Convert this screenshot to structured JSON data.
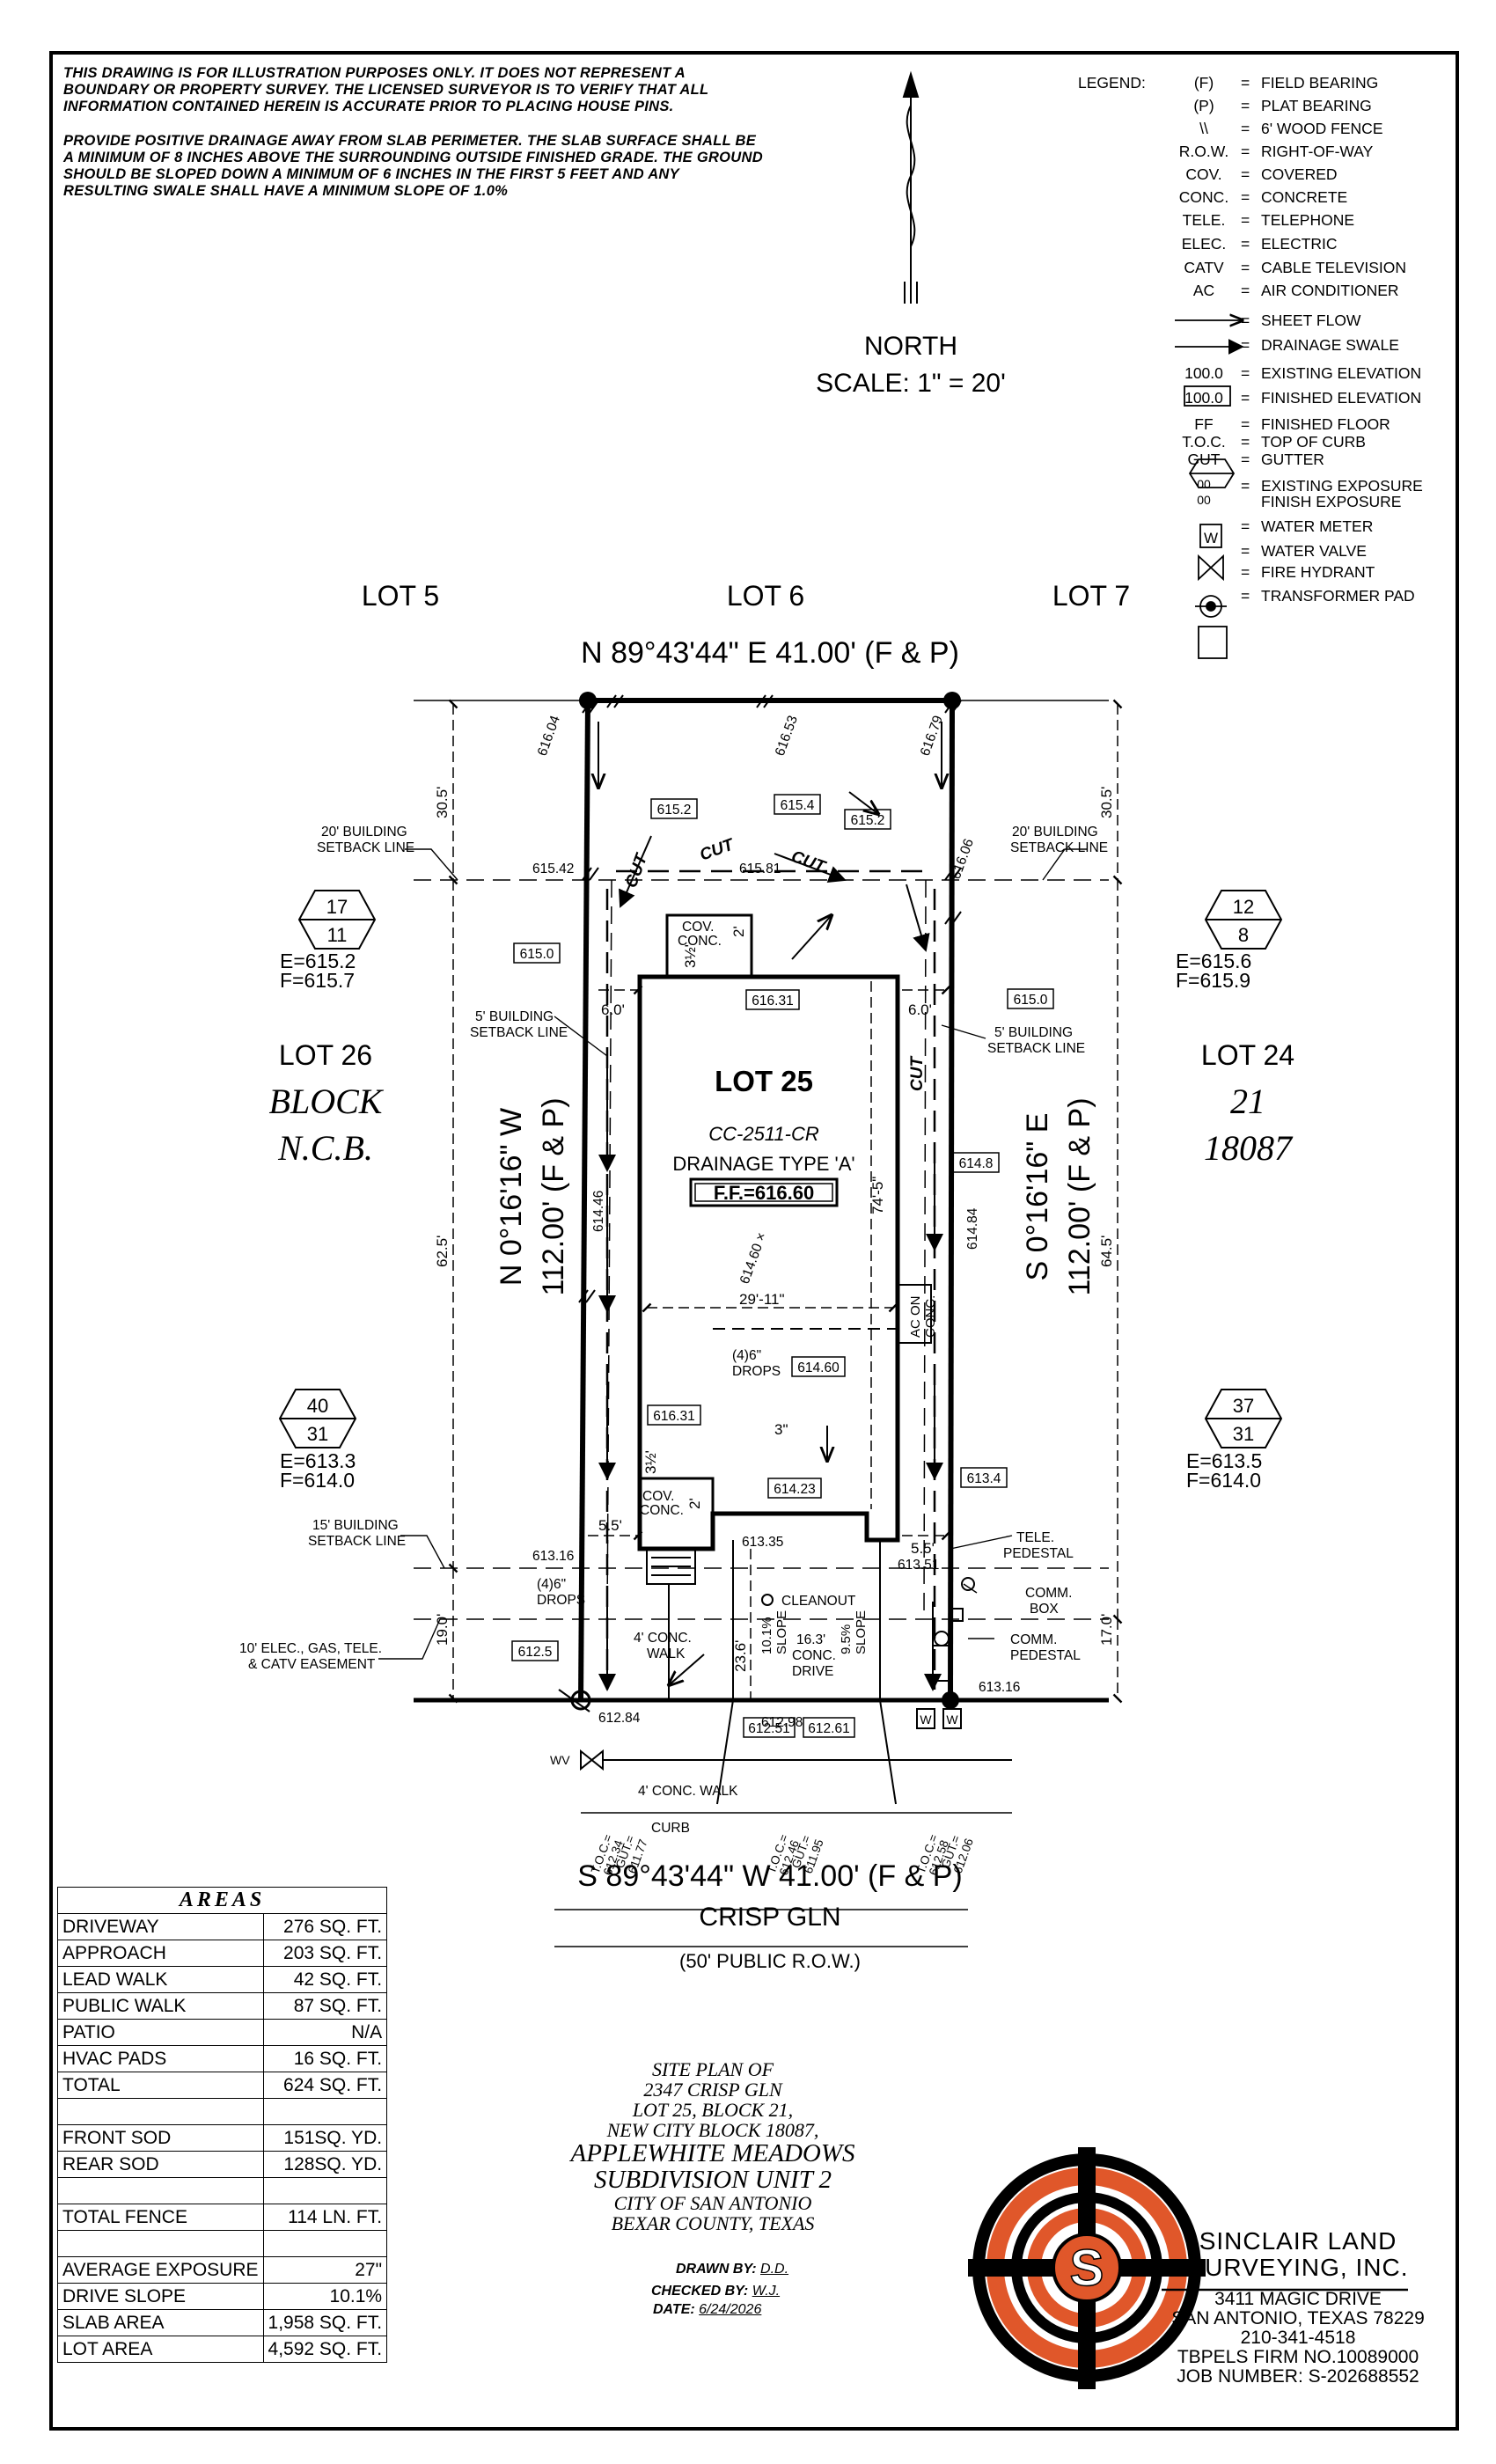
{
  "notes": {
    "disclaimer": "THIS DRAWING IS FOR ILLUSTRATION PURPOSES ONLY. IT DOES NOT REPRESENT A BOUNDARY OR PROPERTY SURVEY. THE LICENSED SURVEYOR IS TO VERIFY THAT ALL INFORMATION CONTAINED HEREIN IS ACCURATE PRIOR TO PLACING HOUSE PINS.",
    "drainage": "PROVIDE POSITIVE DRAINAGE AWAY FROM SLAB PERIMETER. THE SLAB SURFACE SHALL BE A MINIMUM OF 8 INCHES ABOVE THE SURROUNDING OUTSIDE FINISHED GRADE. THE GROUND SHOULD BE SLOPED DOWN A MINIMUM OF 6 INCHES IN THE FIRST 5 FEET AND ANY RESULTING SWALE SHALL HAVE A MINIMUM SLOPE OF 1.0%"
  },
  "north": {
    "label": "NORTH",
    "scale": "SCALE:  1\"  =  20'"
  },
  "legend": {
    "title": "LEGEND:",
    "items": [
      {
        "sym": "(F)",
        "eq": "=",
        "txt": "FIELD BEARING"
      },
      {
        "sym": "(P)",
        "eq": "=",
        "txt": "PLAT BEARING"
      },
      {
        "sym": "\\\\",
        "eq": "=",
        "txt": "6' WOOD FENCE"
      },
      {
        "sym": "R.O.W.",
        "eq": "=",
        "txt": "RIGHT-OF-WAY"
      },
      {
        "sym": "COV.",
        "eq": "=",
        "txt": "COVERED"
      },
      {
        "sym": "CONC.",
        "eq": "=",
        "txt": "CONCRETE"
      },
      {
        "sym": "TELE.",
        "eq": "=",
        "txt": "TELEPHONE"
      },
      {
        "sym": "ELEC.",
        "eq": "=",
        "txt": "ELECTRIC"
      },
      {
        "sym": "CATV",
        "eq": "=",
        "txt": "CABLE TELEVISION"
      },
      {
        "sym": "AC",
        "eq": "=",
        "txt": "AIR CONDITIONER"
      },
      {
        "sym": "",
        "eq": "=",
        "txt": "SHEET FLOW"
      },
      {
        "sym": "",
        "eq": "=",
        "txt": "DRAINAGE SWALE"
      },
      {
        "sym": "100.0",
        "eq": "=",
        "txt": "EXISTING ELEVATION"
      },
      {
        "sym": "100.0",
        "eq": "=",
        "txt": "FINISHED ELEVATION"
      },
      {
        "sym": "FF",
        "eq": "=",
        "txt": "FINISHED FLOOR"
      },
      {
        "sym": "T.O.C.",
        "eq": "=",
        "txt": "TOP OF CURB"
      },
      {
        "sym": "GUT",
        "eq": "=",
        "txt": "GUTTER"
      },
      {
        "sym": "00",
        "eq": "=",
        "txt": "EXISTING EXPOSURE"
      },
      {
        "sym": "00",
        "eq": "",
        "txt": "FINISH EXPOSURE"
      },
      {
        "sym": "W",
        "eq": "=",
        "txt": "WATER METER"
      },
      {
        "sym": "WV.",
        "eq": "=",
        "txt": "WATER VALVE"
      },
      {
        "sym": "",
        "eq": "=",
        "txt": "FIRE HYDRANT"
      },
      {
        "sym": "T",
        "eq": "=",
        "txt": "TRANSFORMER PAD"
      }
    ]
  },
  "plan": {
    "lot_5": "LOT 5",
    "lot_6": "LOT 6",
    "lot_7": "LOT 7",
    "north_line": "N 89°43'44\" E 41.00' (F & P)",
    "south_line": "S 89°43'44\" W 41.00' (F & P)",
    "west_line": "N 0°16'16\" W",
    "west_len": "112.00' (F & P)",
    "east_line": "S 0°16'16\" E",
    "east_len": "112.00' (F & P)",
    "lot_26": "LOT 26",
    "block_label": "BLOCK",
    "ncb_label": "N.C.B.",
    "lot_24": "LOT 24",
    "block_no": "21",
    "ncb_no": "18087",
    "lot_25": "LOT 25",
    "plan_code": "CC-2511-CR",
    "drainage_type": "DRAINAGE TYPE 'A'",
    "ff": "F.F.=616.60",
    "street": "CRISP GLN",
    "row": "(50' PUBLIC R.O.W.)",
    "setback_20_w": "20' BUILDING",
    "setback_line": "SETBACK LINE",
    "setback_20_e": "20' BUILDING",
    "setback_5_w": "5' BUILDING",
    "setback_5_e": "5' BUILDING",
    "setback_15": "15' BUILDING",
    "easement_1": "10' ELEC., GAS, TELE.",
    "easement_2": "& CATV EASEMENT",
    "dim_30_5": "30.5'",
    "dim_62_5": "62.5'",
    "dim_19_0": "19.0'",
    "dim_30_5e": "30.5'",
    "dim_64_5": "64.5'",
    "dim_17_0": "17.0'",
    "dim_6_0w": "6.0'",
    "dim_6_0e": "6.0'",
    "dim_5_5w": "5.5'",
    "dim_5_5e": "5.5'",
    "dim_29_11": "29'-11\"",
    "dim_74_5": "74'-5\"",
    "dim_23_6": "23.6'",
    "dim_3_5a": "3½'",
    "dim_2a": "2'",
    "dim_3_5b": "3½'",
    "dim_2b": "2'",
    "dim_3": "3\"",
    "cov_conc": "COV.",
    "cov_conc2": "CONC.",
    "ac_on": "AC ON",
    "ac_conc": "CONC.",
    "drops_a": "(4)6\"",
    "drops_b": "DROPS",
    "drops_c": "(4)6\"",
    "drops_d": "DROPS",
    "cut": "CUT",
    "cleanout": "CLEANOUT",
    "tele_ped": "TELE.",
    "tele_ped2": "PEDESTAL",
    "comm_box": "COMM.",
    "comm_box2": "BOX",
    "comm_ped": "COMM.",
    "comm_ped2": "PEDESTAL",
    "lead_walk": "4' CONC.",
    "lead_walk2": "WALK",
    "public_walk": "4' CONC. WALK",
    "curb": "CURB",
    "slope_a": "10.1%",
    "slope_a2": "SLOPE",
    "drive_a": "16.3'",
    "drive_b": "CONC.",
    "drive_c": "DRIVE",
    "slope_b": "9.5%",
    "slope_b2": "SLOPE",
    "wv": "WV",
    "meter_w": "W",
    "exp_nw": {
      "top": "17",
      "bot": "11",
      "e": "E=615.2",
      "f": "F=615.7"
    },
    "exp_ne": {
      "top": "12",
      "bot": "8",
      "e": "E=615.6",
      "f": "F=615.9"
    },
    "exp_sw": {
      "top": "40",
      "bot": "31",
      "e": "E=613.3",
      "f": "F=614.0"
    },
    "exp_se": {
      "top": "37",
      "bot": "31",
      "e": "E=613.5",
      "f": "F=614.0"
    },
    "elev": {
      "e616_04": "616.04",
      "e616_53": "616.53",
      "e616_79": "616.79",
      "e615_42": "615.42",
      "e615_81": "615.81",
      "e616_06": "616.06",
      "e614_46": "614.46",
      "e614_60": "614.60 ×",
      "e614_84": "614.84",
      "e613_16w": "613.16",
      "e613_35": "613.35",
      "e613_51": "613.51",
      "e613_16e": "613.16",
      "e612_84": "612.84",
      "e612_98": "612.98"
    },
    "boxed": {
      "b615_2a": "615.2",
      "b615_4": "615.4",
      "b615_2b": "615.2",
      "b615_0w": "615.0",
      "b616_31a": "616.31",
      "b615_0e": "615.0",
      "b614_8": "614.8",
      "b614_60": "614.60",
      "b616_31b": "616.31",
      "b614_23": "614.23",
      "b613_4": "613.4",
      "b612_5": "612.5",
      "b612_51": "612.51",
      "b612_61": "612.61"
    },
    "toc_w": [
      "T.O.C.=",
      "612.34",
      "GUT.=",
      "611.77"
    ],
    "toc_m": [
      "T.O.C.=",
      "612.46",
      "GUT.=",
      "611.95"
    ],
    "toc_e": [
      "T.O.C.=",
      "612.58",
      "GUT.=",
      "612.06"
    ]
  },
  "areas": {
    "title": "AREAS",
    "rows": [
      {
        "label": "DRIVEWAY",
        "value": "276 SQ. FT."
      },
      {
        "label": "APPROACH",
        "value": "203 SQ. FT."
      },
      {
        "label": "LEAD WALK",
        "value": "42 SQ. FT."
      },
      {
        "label": "PUBLIC WALK",
        "value": "87 SQ. FT."
      },
      {
        "label": "PATIO",
        "value": "N/A"
      },
      {
        "label": "HVAC PADS",
        "value": "16 SQ. FT."
      },
      {
        "label": "TOTAL",
        "value": "624 SQ. FT."
      },
      {
        "label": "",
        "value": ""
      },
      {
        "label": "FRONT SOD",
        "value": "151SQ. YD."
      },
      {
        "label": "REAR SOD",
        "value": "128SQ. YD."
      },
      {
        "label": "",
        "value": ""
      },
      {
        "label": "TOTAL FENCE",
        "value": "114 LN. FT."
      },
      {
        "label": "",
        "value": ""
      },
      {
        "label": "AVERAGE EXPOSURE",
        "value": "27\""
      },
      {
        "label": "DRIVE SLOPE",
        "value": "10.1%"
      },
      {
        "label": "SLAB AREA",
        "value": "1,958 SQ. FT."
      },
      {
        "label": "LOT AREA",
        "value": "4,592 SQ. FT."
      }
    ]
  },
  "title_block": {
    "l1": "SITE PLAN OF",
    "l2": "2347 CRISP GLN",
    "l3": "LOT 25, BLOCK 21,",
    "l4": "NEW CITY BLOCK 18087,",
    "l5": "APPLEWHITE MEADOWS",
    "l6": "SUBDIVISION UNIT 2",
    "l7": "CITY OF SAN ANTONIO",
    "l8": "BEXAR COUNTY, TEXAS",
    "drawn_label": "DRAWN BY:",
    "drawn": "D.D.",
    "checked_label": "CHECKED BY:",
    "checked": "W.J.",
    "date_label": "DATE:",
    "date": "6/24/2026"
  },
  "company": {
    "name1": "SINCLAIR LAND",
    "name2": "SURVEYING, INC.",
    "addr1": "3411 MAGIC DRIVE",
    "addr2": "SAN ANTONIO, TEXAS 78229",
    "phone": "210-341-4518",
    "firm": "TBPELS FIRM NO.10089000",
    "job": "JOB NUMBER:  S-202688552",
    "logo_letter": "S",
    "logo_color": "#e0572a"
  }
}
